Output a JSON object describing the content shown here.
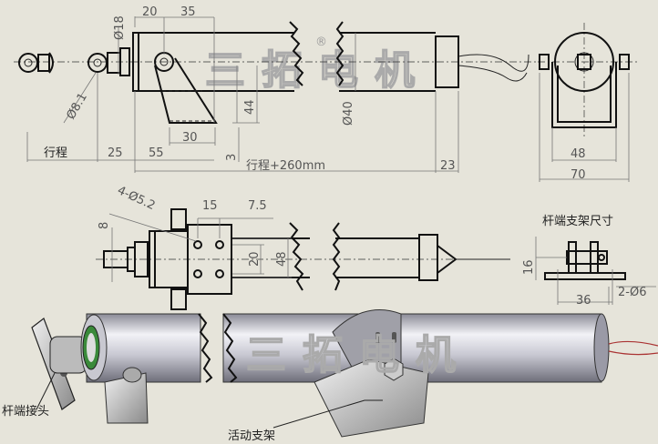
{
  "watermark": {
    "text": "三拓电机",
    "registered": "®"
  },
  "top_view": {
    "dims": {
      "d20": "20",
      "d35": "35",
      "dia18": "Ø18",
      "dia8_1": "Ø8.1",
      "stroke": "行程",
      "d25": "25",
      "d55": "55",
      "d30": "30",
      "d44": "44",
      "d3": "3",
      "total": "行程+260mm",
      "dia40": "Ø40",
      "d23": "23"
    }
  },
  "end_view": {
    "dims": {
      "d48": "48",
      "d70": "70"
    }
  },
  "side_view": {
    "dims": {
      "holes": "4-Ø5.2",
      "d15": "15",
      "d7_5": "7.5",
      "d8": "8",
      "d20": "20",
      "d48": "48"
    }
  },
  "rod_bracket": {
    "title": "杆端支架尺寸",
    "dims": {
      "d16": "16",
      "d36": "36",
      "holes": "2-Ø6"
    }
  },
  "labels": {
    "rod_joint": "杆端接头",
    "movable_bracket": "活动支架"
  },
  "colors": {
    "background": "#e6e4da",
    "line": "#111111",
    "dimension": "#777777",
    "tube": "#c8c8d0"
  }
}
